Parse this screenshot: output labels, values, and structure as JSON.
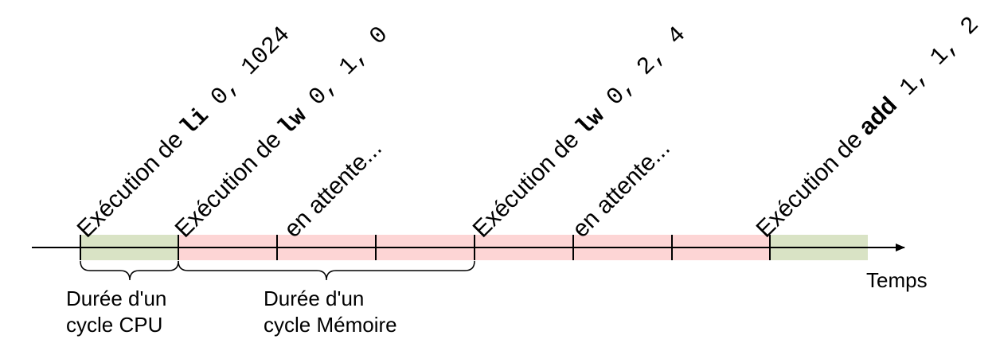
{
  "colors": {
    "cpu_segment": "#d9e3c5",
    "memory_segment": "#fdd5d5",
    "axis": "#000000"
  },
  "labels": [
    {
      "prefix": "Exécution de ",
      "keyword": "li",
      "keyword_style": "mono-bold",
      "args": " 0, 1024"
    },
    {
      "prefix": "Exécution de ",
      "keyword": "lw",
      "keyword_style": "mono-bold",
      "args": " 0, 1, 0"
    },
    {
      "prefix": "en attente...",
      "keyword": "",
      "keyword_style": "",
      "args": ""
    },
    {
      "prefix": "Exécution de ",
      "keyword": "lw",
      "keyword_style": "mono-bold",
      "args": " 0, 2, 4"
    },
    {
      "prefix": "en attente...",
      "keyword": "",
      "keyword_style": "",
      "args": ""
    },
    {
      "prefix": "Exécution de ",
      "keyword": "add",
      "keyword_style": "sans-bold",
      "args": " 1, 1, 2"
    }
  ],
  "segments": [
    {
      "kind": "cpu"
    },
    {
      "kind": "memory"
    },
    {
      "kind": "memory"
    },
    {
      "kind": "memory"
    },
    {
      "kind": "memory"
    },
    {
      "kind": "memory"
    },
    {
      "kind": "memory"
    },
    {
      "kind": "cpu"
    }
  ],
  "braces": {
    "cpu_cycle": [
      "Durée d'un",
      "cycle CPU"
    ],
    "memory_cycle": [
      "Durée d'un",
      "cycle Mémoire"
    ]
  },
  "axis_label": "Temps"
}
